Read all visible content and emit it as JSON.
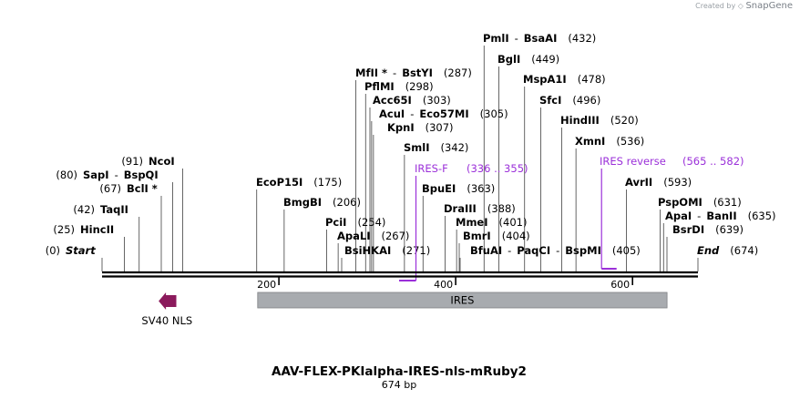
{
  "credit": {
    "prefix": "Created by",
    "brand": "SnapGene"
  },
  "map": {
    "title": "AAV-FLEX-PKIalpha-IRES-nls-mRuby2",
    "length_label": "674 bp",
    "ticks": [
      {
        "pos": 200,
        "label": "200"
      },
      {
        "pos": 400,
        "label": "400"
      },
      {
        "pos": 600,
        "label": "600"
      }
    ],
    "sites": [
      {
        "pos": 0,
        "parts": [
          "Start"
        ],
        "label": "(0)",
        "italic": true
      },
      {
        "pos": 25,
        "parts": [
          "HincII"
        ],
        "label": "(25)"
      },
      {
        "pos": 42,
        "parts": [
          "TaqII"
        ],
        "label": "(42)"
      },
      {
        "pos": 67,
        "parts": [
          "BclI *"
        ],
        "label": "(67)"
      },
      {
        "pos": 80,
        "parts": [
          "SapI",
          "BspQI"
        ],
        "label": "(80)"
      },
      {
        "pos": 91,
        "parts": [
          "NcoI"
        ],
        "label": "(91)"
      },
      {
        "pos": 175,
        "parts": [
          "EcoP15I"
        ],
        "label": "(175)"
      },
      {
        "pos": 206,
        "parts": [
          "BmgBI"
        ],
        "label": "(206)"
      },
      {
        "pos": 254,
        "parts": [
          "PciI"
        ],
        "label": "(254)"
      },
      {
        "pos": 267,
        "parts": [
          "ApaLI"
        ],
        "label": "(267)"
      },
      {
        "pos": 271,
        "parts": [
          "BsiHKAI"
        ],
        "label": "(271)"
      },
      {
        "pos": 287,
        "parts": [
          "MfII *",
          "BstYI"
        ],
        "label": "(287)"
      },
      {
        "pos": 298,
        "parts": [
          "PflMI"
        ],
        "label": "(298)"
      },
      {
        "pos": 303,
        "parts": [
          "Acc65I"
        ],
        "label": "(303)"
      },
      {
        "pos": 305,
        "parts": [
          "AcuI",
          "Eco57MI"
        ],
        "label": "(305)"
      },
      {
        "pos": 307,
        "parts": [
          "KpnI"
        ],
        "label": "(307)"
      },
      {
        "pos": 342,
        "parts": [
          "SmlI"
        ],
        "label": "(342)"
      },
      {
        "pos": 363,
        "parts": [
          "BpuEI"
        ],
        "label": "(363)"
      },
      {
        "pos": 388,
        "parts": [
          "DraIII"
        ],
        "label": "(388)"
      },
      {
        "pos": 401,
        "parts": [
          "MmeI"
        ],
        "label": "(401)"
      },
      {
        "pos": 404,
        "parts": [
          "BmrI"
        ],
        "label": "(404)"
      },
      {
        "pos": 405,
        "parts": [
          "BfuAI",
          "PaqCI",
          "BspMI"
        ],
        "label": "(405)"
      },
      {
        "pos": 432,
        "parts": [
          "PmlI",
          "BsaAI"
        ],
        "label": "(432)"
      },
      {
        "pos": 449,
        "parts": [
          "BglI"
        ],
        "label": "(449)"
      },
      {
        "pos": 478,
        "parts": [
          "MspA1I"
        ],
        "label": "(478)"
      },
      {
        "pos": 496,
        "parts": [
          "SfcI"
        ],
        "label": "(496)"
      },
      {
        "pos": 520,
        "parts": [
          "HindIII"
        ],
        "label": "(520)"
      },
      {
        "pos": 536,
        "parts": [
          "XmnI"
        ],
        "label": "(536)"
      },
      {
        "pos": 593,
        "parts": [
          "AvrII"
        ],
        "label": "(593)"
      },
      {
        "pos": 631,
        "parts": [
          "PspOMI"
        ],
        "label": "(631)"
      },
      {
        "pos": 635,
        "parts": [
          "ApaI",
          "BanII"
        ],
        "label": "(635)"
      },
      {
        "pos": 639,
        "parts": [
          "BsrDI"
        ],
        "label": "(639)"
      },
      {
        "pos": 674,
        "parts": [
          "End"
        ],
        "label": "(674)",
        "italic": true
      }
    ],
    "primers": [
      {
        "name": "IRES-F",
        "range": "(336 .. 355)",
        "start": 336,
        "end": 355,
        "direction": "forward",
        "color": "#9b30d9"
      },
      {
        "name": "IRES reverse",
        "range": "(565 .. 582)",
        "start": 565,
        "end": 582,
        "direction": "reverse",
        "color": "#9b30d9"
      }
    ],
    "features": [
      {
        "name": "IRES",
        "start": 176,
        "end": 639,
        "color": "#a8abaf"
      },
      {
        "name": "SV40 NLS",
        "start": 63,
        "end": 84,
        "direction": "reverse",
        "color": "#8b1a5c"
      }
    ]
  }
}
